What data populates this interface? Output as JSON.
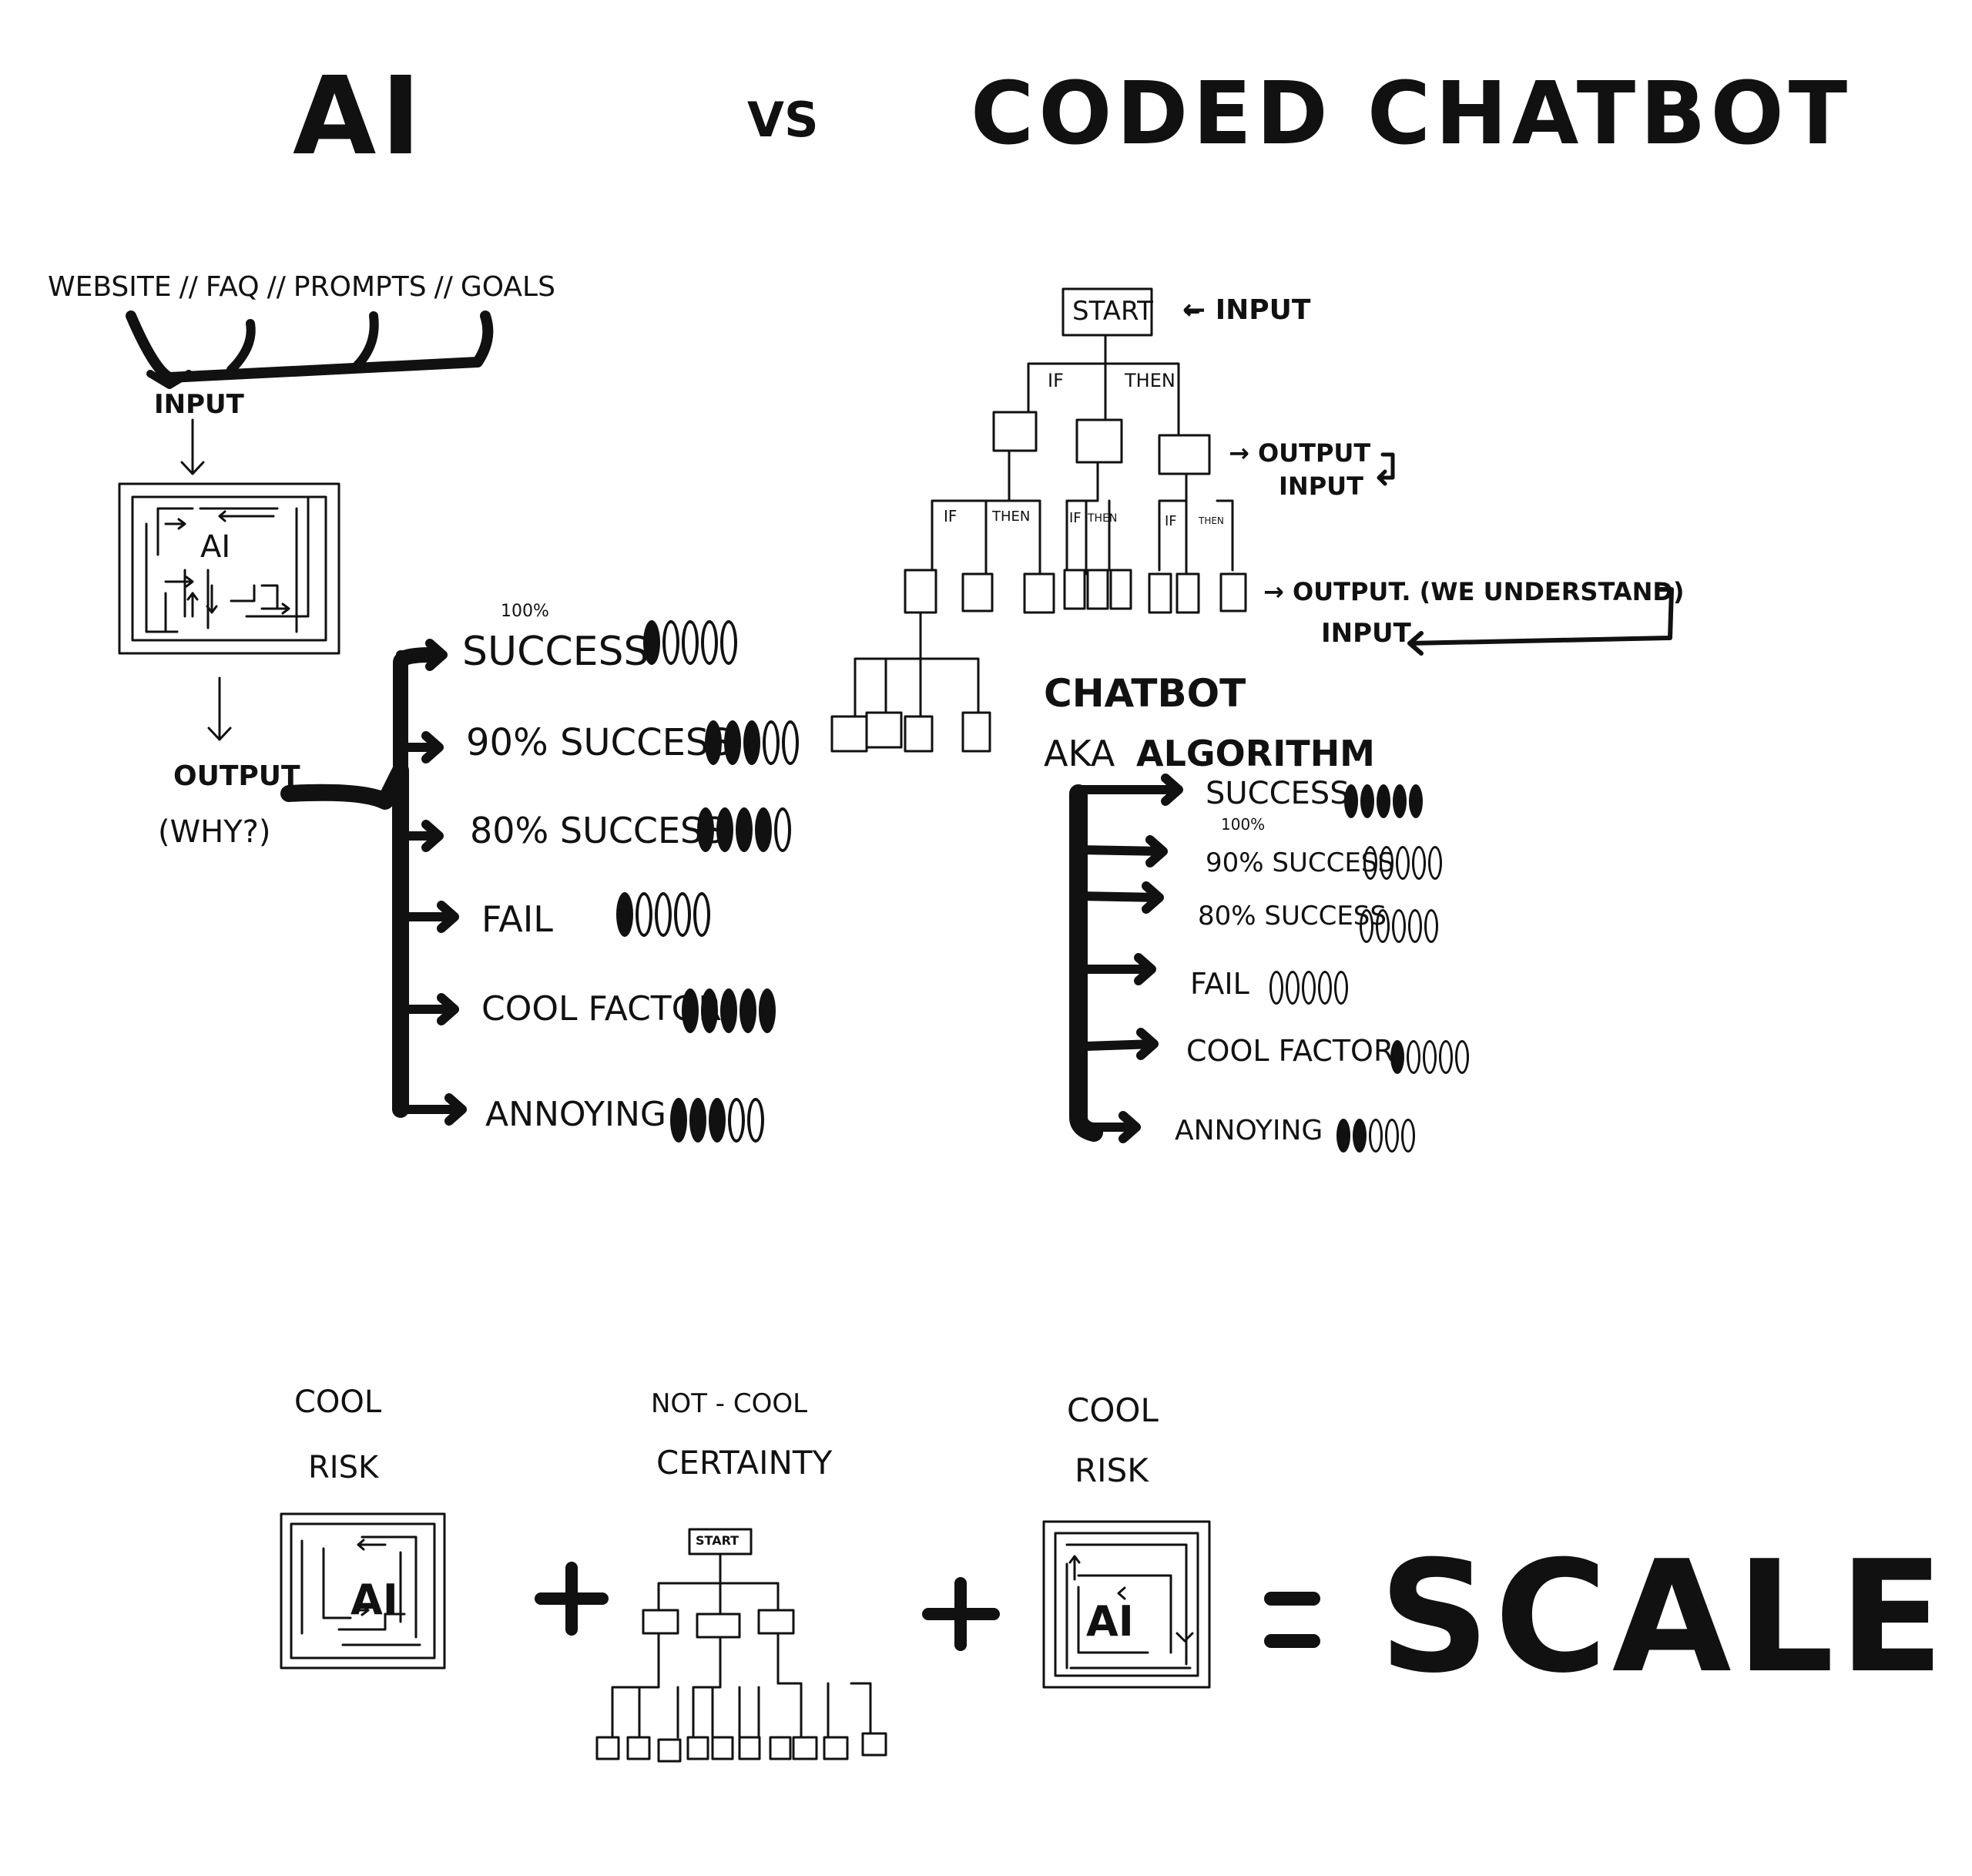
{
  "title": {
    "ai": "AI",
    "vs": "VS",
    "coded": "CODED CHATBOT"
  },
  "ai_side": {
    "sources": [
      "WEBSITE",
      "//",
      "FAQ",
      "//",
      "PROMPTS",
      "//",
      "GOALS"
    ],
    "input": "INPUT",
    "box_label": "AI",
    "output": "OUTPUT",
    "why": "(WHY?)",
    "metrics": [
      {
        "note": "100%",
        "label": "SUCCESS",
        "filled": 1,
        "total": 5
      },
      {
        "label": "90% SUCCESS",
        "filled": 3,
        "total": 5
      },
      {
        "label": "80% SUCCESS",
        "filled": 4,
        "total": 5
      },
      {
        "label": "FAIL",
        "filled": 1,
        "total": 5
      },
      {
        "label": "COOL FACTOR",
        "filled": 5,
        "total": 5
      },
      {
        "label": "ANNOYING",
        "filled": 3,
        "total": 5
      }
    ]
  },
  "chatbot_side": {
    "start": "START",
    "input": "← INPUT",
    "if": "IF",
    "then": "THEN",
    "output1": "→ OUTPUT",
    "input1": "INPUT",
    "output2": "→ OUTPUT. (WE UNDERSTAND)",
    "input2": "INPUT",
    "name": "CHATBOT",
    "aka": "AKA",
    "algorithm": "ALGORITHM",
    "metrics": [
      {
        "label": "SUCCESS",
        "filled": 5,
        "total": 5
      },
      {
        "note": "100%",
        "label": "90% SUCCESS",
        "filled": 0,
        "total": 5
      },
      {
        "label": "80% SUCCESS",
        "filled": 0,
        "total": 5
      },
      {
        "label": "FAIL",
        "filled": 0,
        "total": 5
      },
      {
        "label": "COOL FACTOR",
        "filled": 1,
        "total": 5
      },
      {
        "label": "ANNOYING",
        "filled": 2,
        "total": 5
      }
    ]
  },
  "equation": {
    "left_top": "COOL",
    "left_bottom": "RISK",
    "mid_top": "NOT - COOL",
    "mid_bottom": "CERTAINTY",
    "right_top": "COOL",
    "right_bottom": "RISK",
    "left_box": "AI",
    "right_box": "AI",
    "plus": "+",
    "equals": "=",
    "result": "SCALE"
  }
}
